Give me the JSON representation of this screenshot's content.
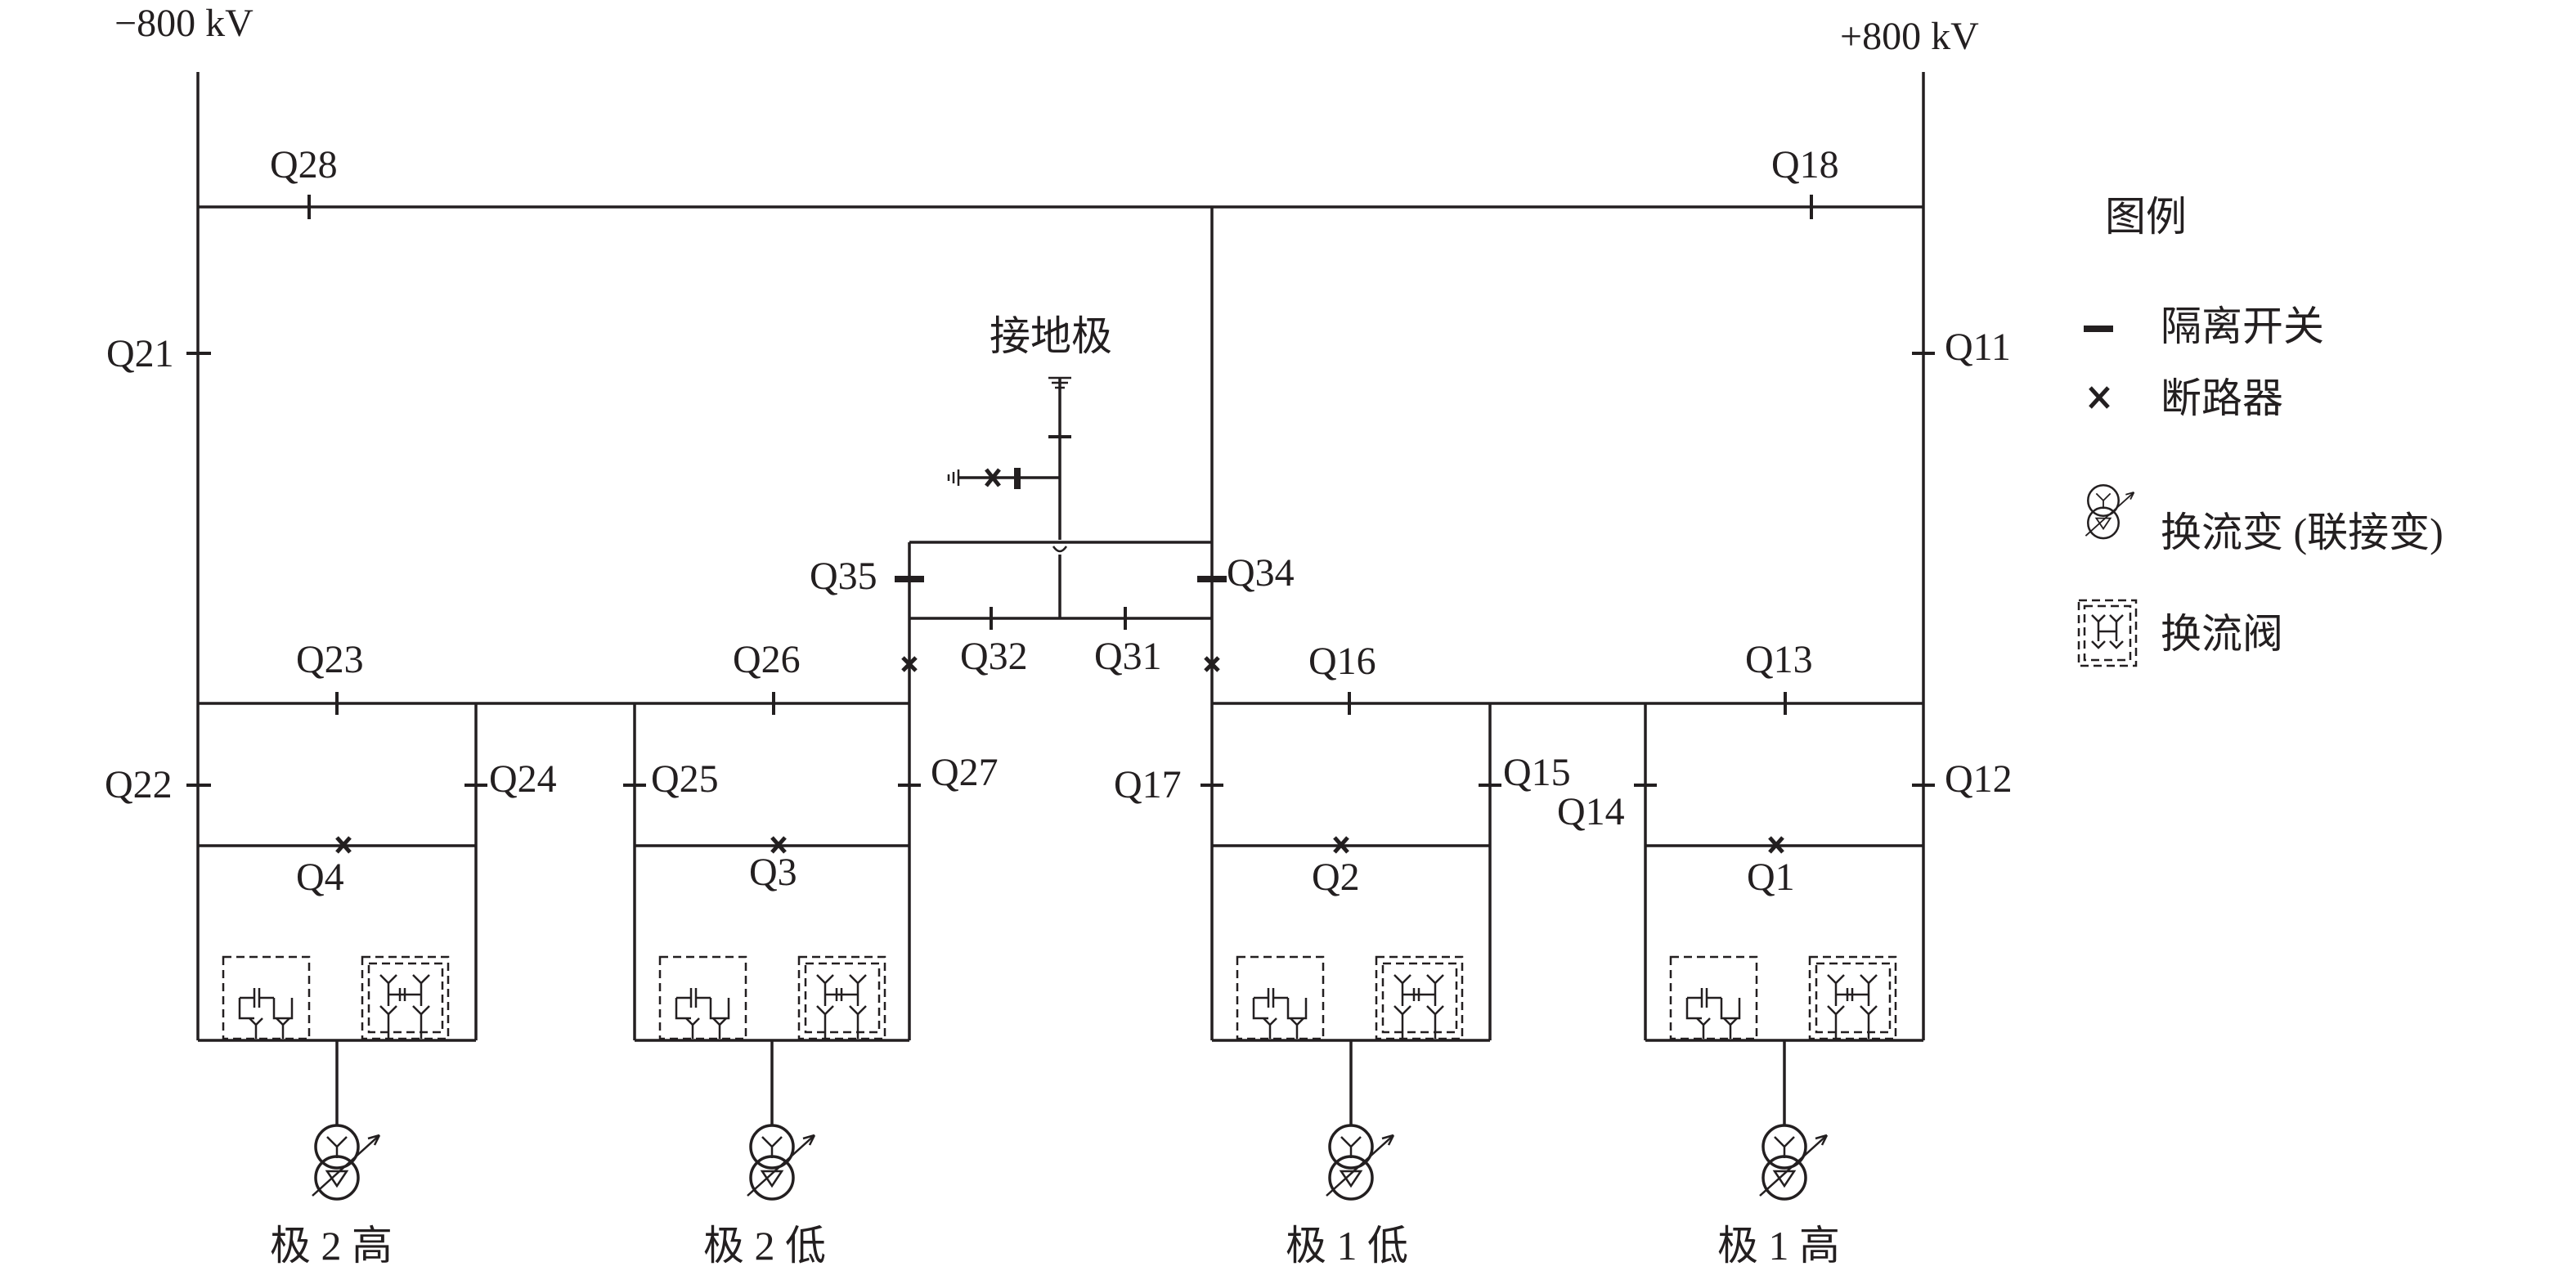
{
  "voltages": {
    "negative": "−800 kV",
    "positive": "+800 kV"
  },
  "ground_electrode": "接地极",
  "switches": {
    "Q28": "Q28",
    "Q18": "Q18",
    "Q21": "Q21",
    "Q11": "Q11",
    "Q35": "Q35",
    "Q34": "Q34",
    "Q32": "Q32",
    "Q31": "Q31",
    "Q23": "Q23",
    "Q26": "Q26",
    "Q16": "Q16",
    "Q13": "Q13",
    "Q22": "Q22",
    "Q24": "Q24",
    "Q25": "Q25",
    "Q27": "Q27",
    "Q17": "Q17",
    "Q15": "Q15",
    "Q14": "Q14",
    "Q12": "Q12",
    "Q4": "Q4",
    "Q3": "Q3",
    "Q2": "Q2",
    "Q1": "Q1"
  },
  "poles": {
    "p2high": "极 2 高",
    "p2low": "极 2 低",
    "p1low": "极 1 低",
    "p1high": "极 1 高"
  },
  "legend": {
    "title": "图例",
    "items": [
      {
        "icon": "disconnector-icon",
        "label": "隔离开关"
      },
      {
        "icon": "breaker-icon",
        "label": "断路器"
      },
      {
        "icon": "transformer-icon",
        "label": "换流变 (联接变)"
      },
      {
        "icon": "valve-icon",
        "label": "换流阀"
      }
    ]
  }
}
